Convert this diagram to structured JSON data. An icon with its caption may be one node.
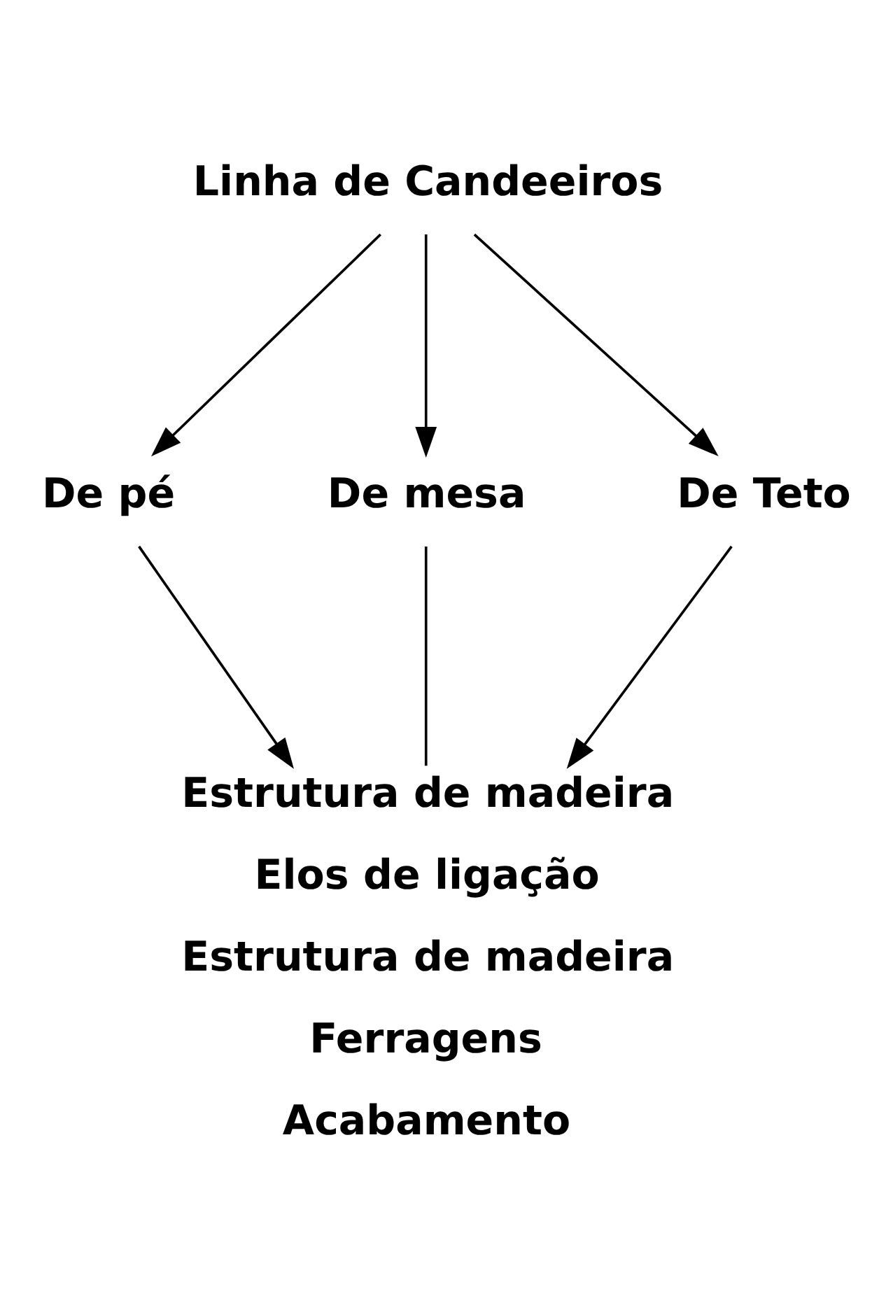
{
  "diagram": {
    "nodes": [
      {
        "text": [
          "Linha de Candeeiros"
        ]
      },
      {
        "text": [
          "De pé"
        ]
      },
      {
        "text": [
          "De mesa"
        ]
      },
      {
        "text": [
          "De Teto"
        ]
      },
      {
        "text": [
          "Estrutura de madeira",
          "Elos de ligação",
          "Estrutura de madeira",
          "Ferragens",
          "Acabamento"
        ]
      }
    ],
    "edges": [
      {
        "from": 0,
        "to": 1,
        "arrow": "to"
      },
      {
        "from": 0,
        "to": 2,
        "arrow": "to"
      },
      {
        "from": 0,
        "to": 3,
        "arrow": "to"
      },
      {
        "from": 1,
        "to": 4,
        "arrow": "to"
      },
      {
        "from": 2,
        "to": 4,
        "arrow": "none"
      },
      {
        "from": 3,
        "to": 4,
        "arrow": "to"
      }
    ]
  }
}
